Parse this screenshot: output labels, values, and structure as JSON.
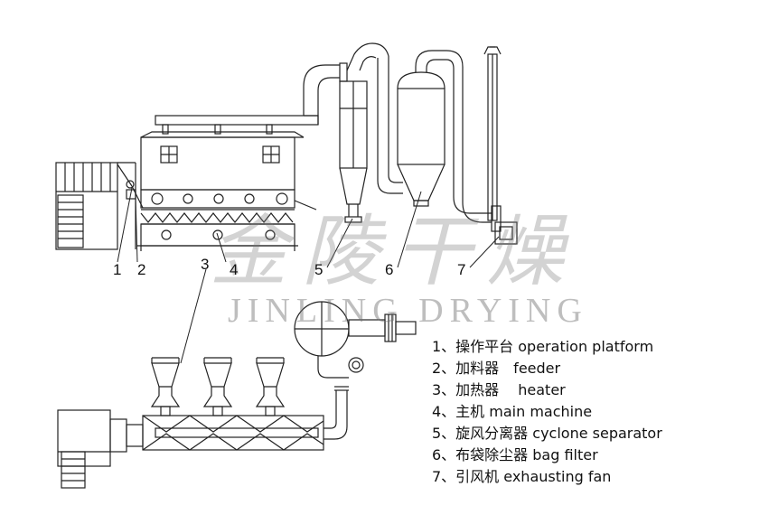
{
  "callouts": [
    "1",
    "2",
    "3",
    "4",
    "5",
    "6",
    "7"
  ],
  "watermark": {
    "cn": "金陵干燥",
    "en": "JINLING DRYING"
  },
  "legend": [
    "1、操作平台 operation platform",
    "2、加料器　feeder",
    "3、加热器　 heater",
    "4、主机 main machine",
    "5、旋风分离器 cyclone separator",
    "6、布袋除尘器 bag filter",
    "7、引风机 exhausting fan"
  ]
}
